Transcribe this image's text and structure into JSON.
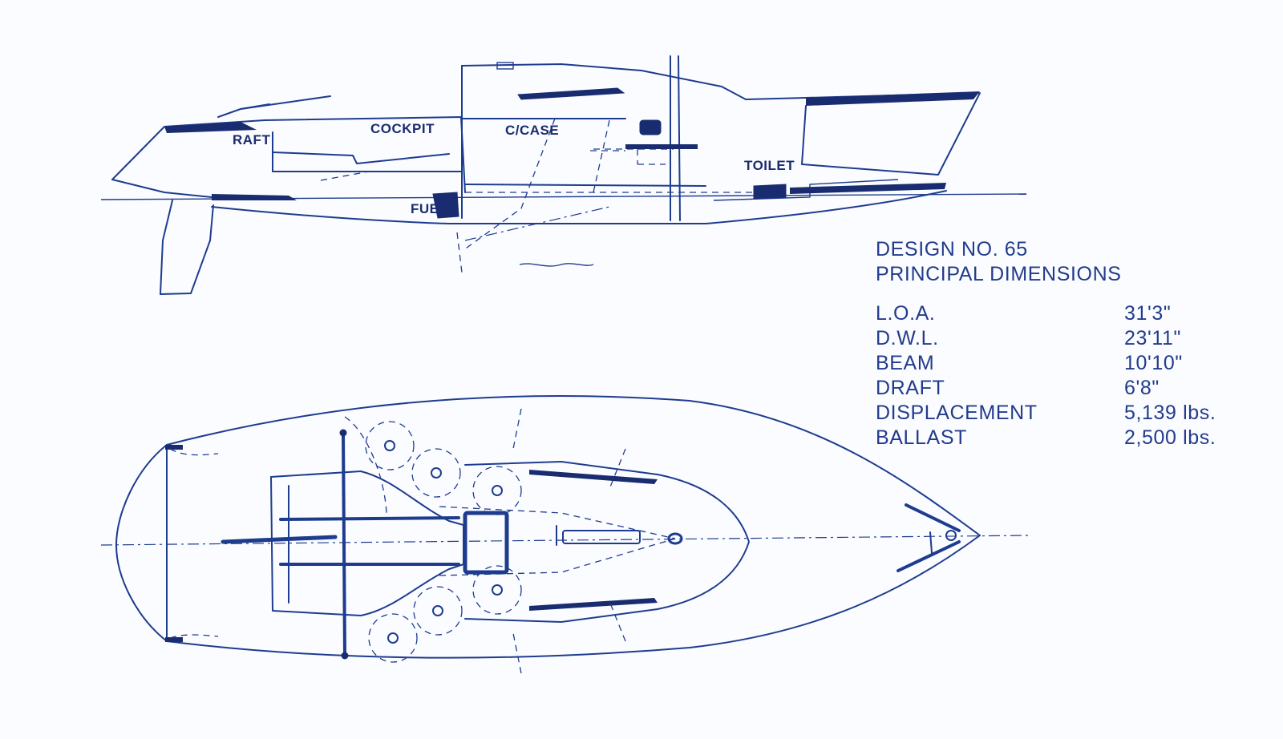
{
  "profile_labels": {
    "raft": "RAFT",
    "cockpit": "COCKPIT",
    "centercase": "C/CASE",
    "toilet": "TOILET",
    "fuel": "FUEL"
  },
  "spec_sheet": {
    "design": "DESIGN NO. 65",
    "subtitle": "PRINCIPAL DIMENSIONS",
    "rows": [
      {
        "label": "L.O.A.",
        "value": "31'3\""
      },
      {
        "label": "D.W.L.",
        "value": "23'11\""
      },
      {
        "label": "BEAM",
        "value": "10'10\""
      },
      {
        "label": "DRAFT",
        "value": "6'8\""
      },
      {
        "label": "DISPLACEMENT",
        "value": "5,139 lbs."
      },
      {
        "label": "BALLAST",
        "value": "2,500 lbs."
      }
    ]
  },
  "colors": {
    "ink": "#1e3c8e",
    "paper": "#fbfcff"
  }
}
